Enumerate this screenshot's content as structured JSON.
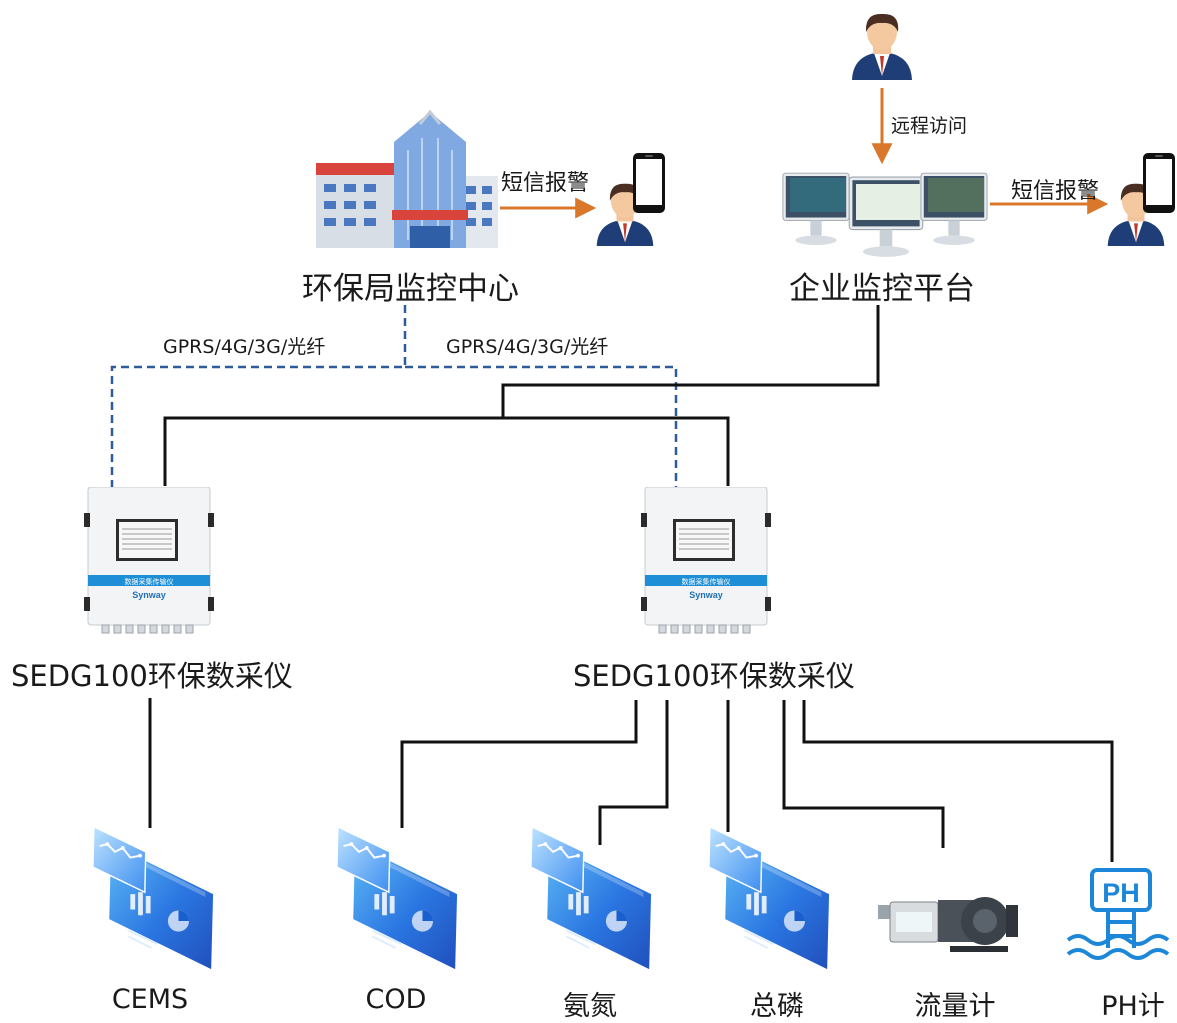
{
  "top_user_action": "远程访问",
  "sms_alarm_left": "短信报警",
  "sms_alarm_right": "短信报警",
  "epb_center": "环保局监控中心",
  "enterprise_platform": "企业监控平台",
  "link_left": "GPRS/4G/3G/光纤",
  "link_right": "GPRS/4G/3G/光纤",
  "device_left": "SEDG100环保数采仪",
  "device_right": "SEDG100环保数采仪",
  "device_screen_caption": "数据采集传输仪",
  "device_brand": "Synway",
  "sensors": [
    "CEMS",
    "COD",
    "氨氮",
    "总磷",
    "流量计",
    "PH计"
  ],
  "ph_icon_text": "PH",
  "colors": {
    "arrow": "#d9782b",
    "dashed_link": "#2e5b9a",
    "solid_link": "#111111",
    "device_band": "#1e8fd6",
    "card_blue": "#1a5fd0",
    "ph_icon": "#1c87d8"
  }
}
